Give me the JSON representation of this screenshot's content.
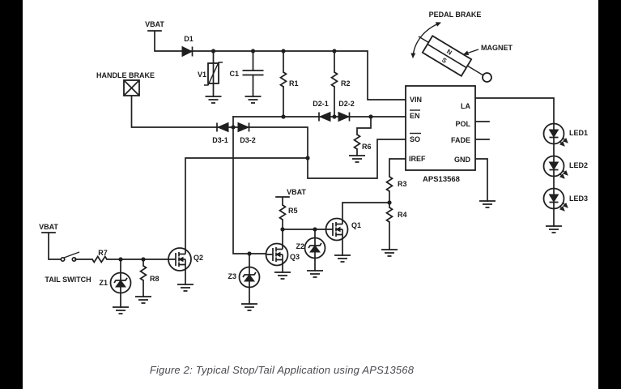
{
  "figure": {
    "caption": "Figure 2: Typical Stop/Tail Application using APS13568"
  },
  "schematic": {
    "power": {
      "vbat_top": "VBAT",
      "vbat_mid": "VBAT",
      "vbat_left": "VBAT"
    },
    "annotations": {
      "handle_brake": "HANDLE BRAKE",
      "pedal_brake": "PEDAL BRAKE",
      "magnet": "MAGNET",
      "magnet_n": "N",
      "magnet_s": "S",
      "tail_switch": "TAIL SWITCH"
    },
    "ic": {
      "part": "APS13568",
      "pins_left": [
        "VIN",
        "EN",
        "SO",
        "IREF"
      ],
      "pins_right": [
        "LA",
        "POL",
        "FADE",
        "GND"
      ]
    },
    "refdes": {
      "d1": "D1",
      "v1": "V1",
      "c1": "C1",
      "r1": "R1",
      "r2": "R2",
      "d2_1": "D2-1",
      "d2_2": "D2-2",
      "d3_1": "D3-1",
      "d3_2": "D3-2",
      "r3": "R3",
      "r4": "R4",
      "r5": "R5",
      "r6": "R6",
      "r7": "R7",
      "r8": "R8",
      "z1": "Z1",
      "z2": "Z2",
      "z3": "Z3",
      "q1": "Q1",
      "q2": "Q2",
      "q3": "Q3",
      "led1": "LED1",
      "led2": "LED2",
      "led3": "LED3"
    }
  },
  "colors": {
    "background": "#ffffff",
    "letterbox": "#000000",
    "wire": "#1f1f1f",
    "text": "#1a1a1a",
    "caption": "#4a4a50"
  }
}
